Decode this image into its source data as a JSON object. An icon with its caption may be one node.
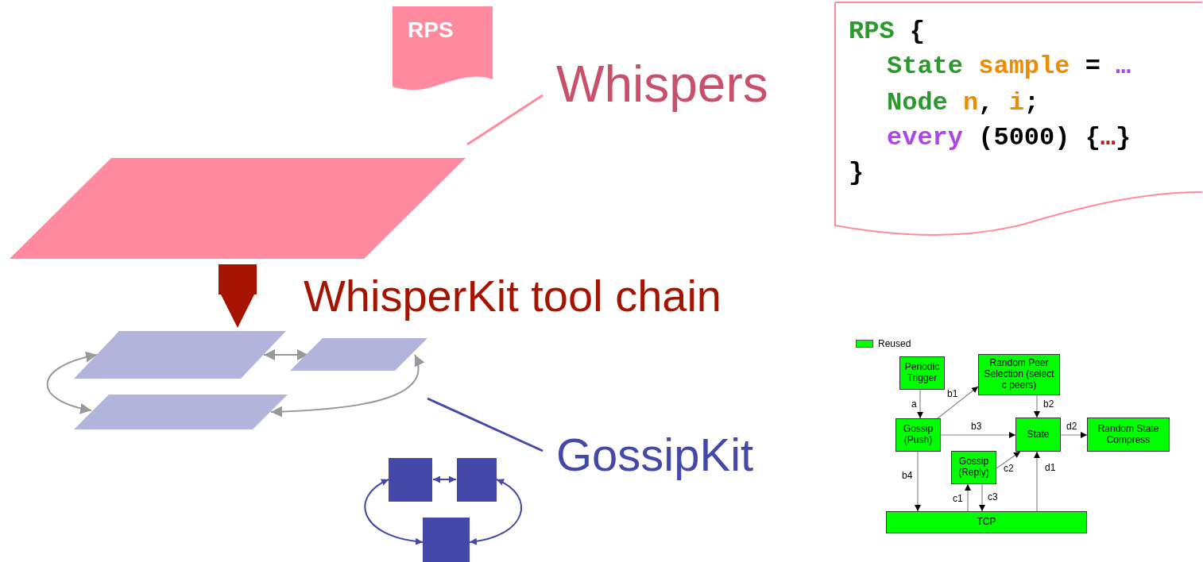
{
  "diagram": {
    "nodes": [
      {
        "text": [
          "RPS"
        ]
      },
      {
        "text": [
          "Whispers"
        ]
      },
      {
        "text": [],
        "shape": "parallelogram"
      },
      {
        "text": [],
        "shape": "parallelogram"
      },
      {
        "text": [],
        "shape": "parallelogram"
      },
      {
        "text": [],
        "shape": "parallelogram"
      },
      {
        "text": [
          "GossipKit"
        ]
      },
      {
        "text": [],
        "shape": "box"
      },
      {
        "text": [],
        "shape": "box"
      },
      {
        "text": [],
        "shape": "box"
      },
      {
        "text": [
          "RPS {",
          "State sample = …",
          "Node n, i;",
          "every (5000) {…}",
          "}"
        ]
      },
      {
        "text": [
          "Periodic Trigger"
        ]
      },
      {
        "text": [
          "Random Peer Selection (select c peers)"
        ]
      },
      {
        "text": [
          "Gossip (Push)"
        ]
      },
      {
        "text": [
          "State"
        ]
      },
      {
        "text": [
          "Random State Compress"
        ]
      },
      {
        "text": [
          "Gossip (Reply)"
        ]
      },
      {
        "text": [
          "TCP"
        ]
      }
    ],
    "edges": [
      {
        "from": 1,
        "to": 2,
        "arrow": "none",
        "color": "#ff8aa0"
      },
      {
        "from": 2,
        "to": 3,
        "arrow": "to",
        "label": "WhisperKit tool chain",
        "style": "thick",
        "color": "#a51400"
      },
      {
        "from": 3,
        "to": 5,
        "arrow": "both",
        "color": "#999999"
      },
      {
        "from": 3,
        "to": 4,
        "arrow": "both",
        "color": "#999999"
      },
      {
        "from": 4,
        "to": 5,
        "arrow": "both",
        "color": "#999999"
      },
      {
        "from": 6,
        "to": null,
        "arrow": "none",
        "color": "#4448a8"
      },
      {
        "from": 7,
        "to": 8,
        "arrow": "both",
        "color": "#4448a8"
      },
      {
        "from": 7,
        "to": 9,
        "arrow": "both",
        "color": "#4448a8"
      },
      {
        "from": 8,
        "to": 9,
        "arrow": "both",
        "color": "#4448a8"
      },
      {
        "from": 11,
        "to": 13,
        "arrow": "to",
        "label": "a"
      },
      {
        "from": 13,
        "to": 12,
        "arrow": "to",
        "label": "b1"
      },
      {
        "from": 12,
        "to": 14,
        "arrow": "to",
        "label": "b2"
      },
      {
        "from": 13,
        "to": 14,
        "arrow": "to",
        "label": "b3"
      },
      {
        "from": 13,
        "to": 17,
        "arrow": "to",
        "label": "b4"
      },
      {
        "from": 17,
        "to": 16,
        "arrow": "to",
        "label": "c1"
      },
      {
        "from": 16,
        "to": 14,
        "arrow": "to",
        "label": "c2"
      },
      {
        "from": 16,
        "to": 17,
        "arrow": "to",
        "label": "c3"
      },
      {
        "from": 17,
        "to": 14,
        "arrow": "to",
        "label": "d1"
      },
      {
        "from": 14,
        "to": 15,
        "arrow": "to",
        "label": "d2"
      }
    ],
    "legend": [
      {
        "text": "Reused",
        "color": "#00ff00"
      }
    ]
  }
}
